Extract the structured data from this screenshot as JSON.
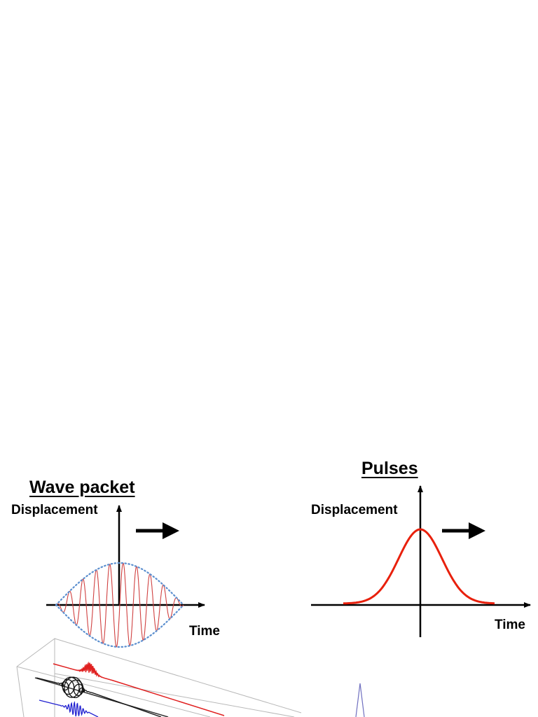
{
  "wave_packet": {
    "title": "Wave packet",
    "y_label": "Displacement",
    "x_label": "Time",
    "wave_color": "#d04040",
    "envelope_color": "#5b8fcf",
    "direction_icon": "right-arrow-icon"
  },
  "pulses": {
    "title": "Pulses",
    "y_label": "Displacement",
    "x_label": "Time",
    "pulse_color": "#e8200c",
    "direction_icon": "right-arrow-icon"
  },
  "bottom_figure": {
    "trace_colors": [
      "#e02020",
      "#111111",
      "#2020d0"
    ],
    "peak_color": "#7070c0"
  }
}
